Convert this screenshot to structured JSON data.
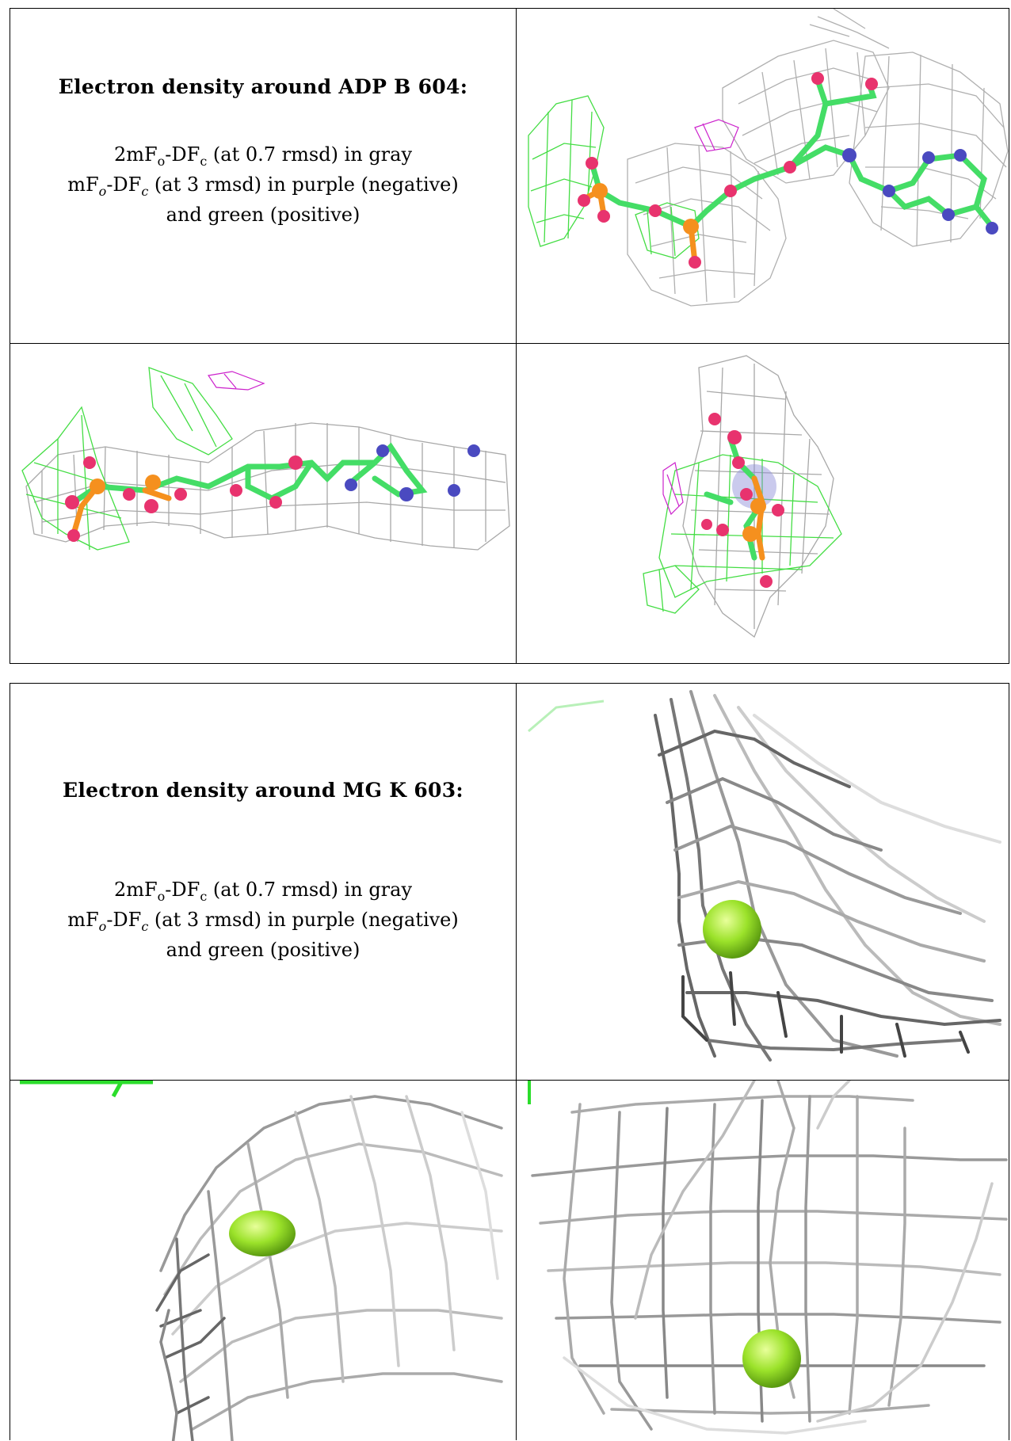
{
  "sections": [
    {
      "title": "Electron density around ADP B 604:",
      "line1": {
        "a": "2mF",
        "sub1": "o",
        "b": "-DF",
        "sub2": "c",
        "c": " (at 0.7 rmsd) in gray"
      },
      "line2": {
        "a": "mF",
        "sub1": "o",
        "b": "-DF",
        "sub2": "c",
        "c": " (at 3 rmsd) in purple (negative)"
      },
      "line3": "and green (positive)",
      "views": [
        "adp-view-1",
        "adp-view-2",
        "adp-view-3"
      ]
    },
    {
      "title": "Electron density around MG K 603:",
      "line1": {
        "a": "2mF",
        "sub1": "o",
        "b": "-DF",
        "sub2": "c",
        "c": " (at 0.7 rmsd) in gray"
      },
      "line2": {
        "a": "mF",
        "sub1": "o",
        "b": "-DF",
        "sub2": "c",
        "c": " (at 3 rmsd) in purple (negative)"
      },
      "line3": "and green (positive)",
      "views": [
        "mg-view-1",
        "mg-view-2",
        "mg-view-3"
      ]
    }
  ],
  "colors": {
    "mesh_gray": "#a8a8a8",
    "mesh_green": "#44dd44",
    "mesh_purple": "#cc22cc",
    "carbon": "#44dd66",
    "oxygen": "#e8336e",
    "phosphorus": "#f5901e",
    "nitrogen": "#4a4ac0",
    "magnesium": "#9be22a"
  }
}
